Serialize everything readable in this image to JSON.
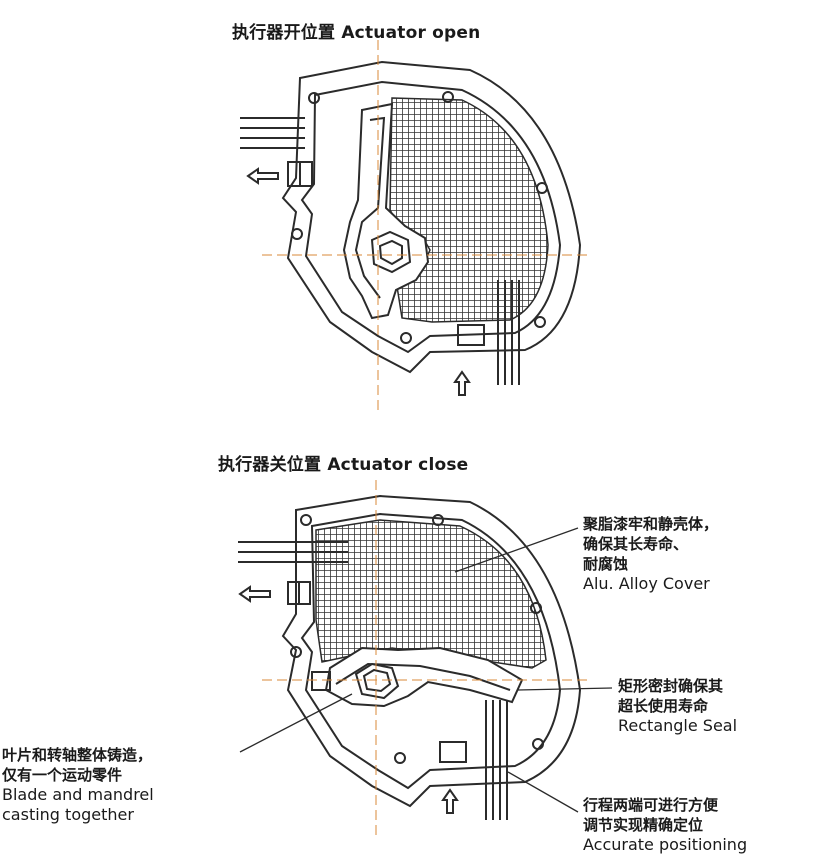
{
  "titles": {
    "open": "执行器开位置 Actuator open",
    "close": "执行器关位置 Actuator close"
  },
  "callouts": {
    "cover": {
      "zh_lines": [
        "聚脂漆牢和静壳体，",
        "确保其长寿命、",
        "耐腐蚀"
      ],
      "en": "Alu. Alloy Cover"
    },
    "seal": {
      "zh_lines": [
        "矩形密封确保其",
        "超长使用寿命"
      ],
      "en": "Rectangle Seal"
    },
    "blade": {
      "zh_lines": [
        "叶片和转轴整体铸造，",
        "仅有一个运动零件"
      ],
      "en_lines": [
        "Blade and mandrel",
        "casting together"
      ]
    },
    "positioning": {
      "zh_lines": [
        "行程两端可进行方便",
        "调节实现精确定位"
      ],
      "en": "Accurate positioning"
    }
  },
  "colors": {
    "line": "#2b2b2b",
    "hatch": "#444444",
    "centerline": "#d98a3a",
    "background": "#ffffff"
  }
}
